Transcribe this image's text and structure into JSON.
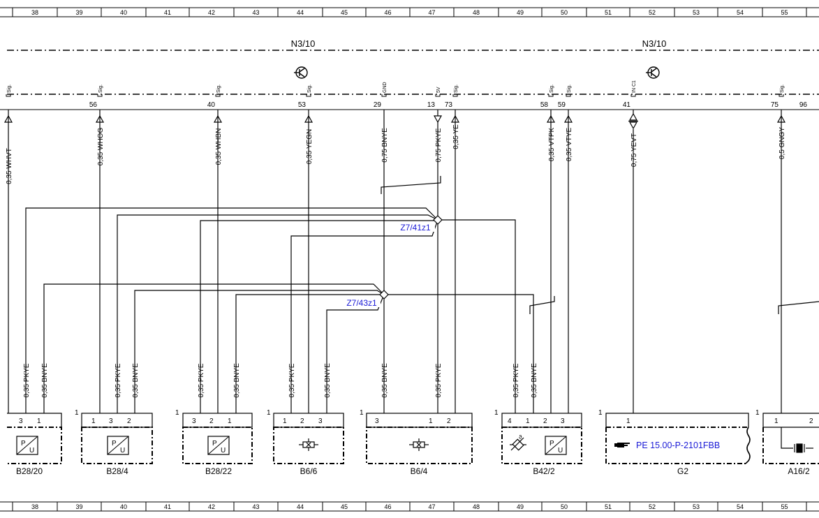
{
  "ruler": [
    "38",
    "39",
    "40",
    "41",
    "42",
    "43",
    "44",
    "45",
    "46",
    "47",
    "48",
    "49",
    "50",
    "51",
    "52",
    "53",
    "54",
    "55"
  ],
  "control_units": [
    "N3/10",
    "N3/10"
  ],
  "pins": [
    {
      "num": "",
      "sig": "Sig."
    },
    {
      "num": "56",
      "sig": "Sig."
    },
    {
      "num": "40",
      "sig": "Sig."
    },
    {
      "num": "53",
      "sig": "Sig."
    },
    {
      "num": "29",
      "sig": "GND"
    },
    {
      "num": "13",
      "sig": "5V"
    },
    {
      "num": "73",
      "sig": "Sig."
    },
    {
      "num": "58",
      "sig": "Sig."
    },
    {
      "num": "59",
      "sig": "Sig."
    },
    {
      "num": "41",
      "sig": "IN C1"
    },
    {
      "num": "75",
      "sig": "Sig."
    },
    {
      "num": "96",
      "sig": ""
    }
  ],
  "top_wires": [
    "0,35 WHVT",
    "0,35 WHOG",
    "0,35 WHBN",
    "0,35 YEGN",
    "0,75 BNYE",
    "0,75 PKYE",
    "0,35 YE",
    "0,35 VTPK",
    "0,35 VTYE",
    "0,75 YEVT",
    "0,5 GNGY"
  ],
  "splices": [
    "Z7/41z1",
    "Z7/43z1"
  ],
  "branch_wires": [
    "0,35 PKYE",
    "0,35 BNYE",
    "0,35 PKYE",
    "0,35 BNYE",
    "0,35 PKYE",
    "0,35 BNYE",
    "0,35 PKYE",
    "0,35 BNYE",
    "0,35 BNYE",
    "0,35 PKYE",
    "0,35 PKYE",
    "0,35 BNYE"
  ],
  "components": [
    {
      "name": "B28/20",
      "pins": [
        "3",
        "1"
      ]
    },
    {
      "name": "B28/4",
      "corner": "1",
      "pins": [
        "1",
        "3",
        "2"
      ]
    },
    {
      "name": "B28/22",
      "corner": "1",
      "pins": [
        "3",
        "2",
        "1"
      ]
    },
    {
      "name": "B6/6",
      "corner": "1",
      "pins": [
        "1",
        "2",
        "3"
      ]
    },
    {
      "name": "B6/4",
      "corner": "1",
      "pins": [
        "3",
        "1",
        "2"
      ]
    },
    {
      "name": "B42/2",
      "corner": "1",
      "pins": [
        "4",
        "1",
        "2",
        "3"
      ]
    },
    {
      "name": "G2",
      "corner": "1",
      "pins": [
        "1"
      ],
      "reference": "PE 15.00-P-2101FBB"
    },
    {
      "name": "A16/2",
      "corner": "1",
      "pins": [
        "1",
        "2"
      ]
    }
  ],
  "symbols": {
    "pressure_sensor": [
      "P",
      "U"
    ],
    "temperature_sensor": "ϑ"
  },
  "colors": {
    "line": "#000000",
    "reference": "#1a1ad6"
  }
}
